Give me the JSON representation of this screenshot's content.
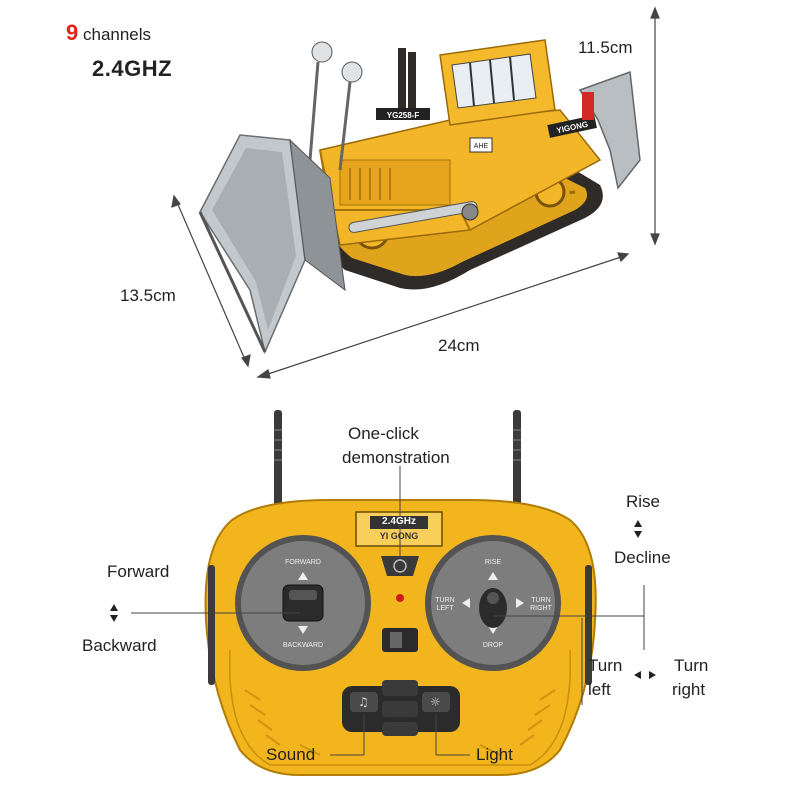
{
  "header": {
    "channel_count": "9",
    "channels_word": "channels",
    "frequency": "2.4GHZ"
  },
  "dimensions": {
    "height": "11.5cm",
    "width": "13.5cm",
    "length": "24cm"
  },
  "bulldozer": {
    "model": "YG258-F",
    "brand": "YIGONG",
    "logo_text": "AHE"
  },
  "remote": {
    "freq": "2.4GHz",
    "brand": "YI GONG",
    "left_stick": {
      "top": "FORWARD",
      "bottom": "BACKWARD"
    },
    "right_stick": {
      "top": "RISE",
      "bottom": "DROP",
      "left": "TURN LEFT",
      "right": "TURN RIGHT"
    }
  },
  "callouts": {
    "demo_line1": "One-click",
    "demo_line2": "demonstration",
    "rise": "Rise",
    "decline": "Decline",
    "forward": "Forward",
    "backward": "Backward",
    "turn_left_1": "Turn",
    "turn_left_2": "left",
    "turn_right_1": "Turn",
    "turn_right_2": "right",
    "sound": "Sound",
    "light": "Light"
  },
  "colors": {
    "accent_red": "#e2231a",
    "body_yellow": "#f2b51e",
    "dark_gray": "#3a3a3a"
  }
}
